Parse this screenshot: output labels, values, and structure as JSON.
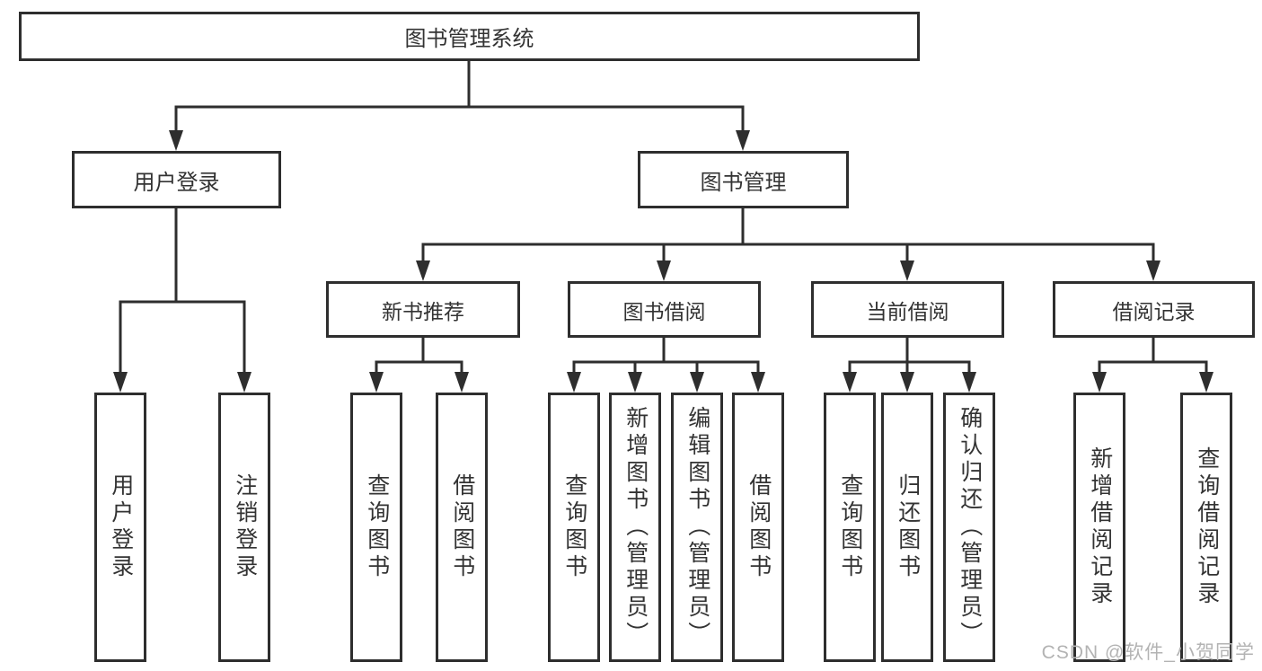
{
  "diagram_title": "图书管理系统",
  "watermark": "CSDN @软件_小贺同学",
  "colors": {
    "line": "#2e2e2e",
    "text": "#333333",
    "background": "#ffffff",
    "watermark": "#b3b3b3"
  },
  "nodes": {
    "root": {
      "label": "图书管理系统"
    },
    "level2": [
      {
        "label": "用户登录"
      },
      {
        "label": "图书管理"
      }
    ],
    "level3": [
      {
        "label": "新书推荐",
        "parent": "图书管理"
      },
      {
        "label": "图书借阅",
        "parent": "图书管理"
      },
      {
        "label": "当前借阅",
        "parent": "图书管理"
      },
      {
        "label": "借阅记录",
        "parent": "图书管理"
      }
    ],
    "leaves": [
      {
        "label": "用户登录",
        "parent": "用户登录"
      },
      {
        "label": "注销登录",
        "parent": "用户登录"
      },
      {
        "label": "查询图书",
        "parent": "新书推荐"
      },
      {
        "label": "借阅图书",
        "parent": "新书推荐"
      },
      {
        "label": "查询图书",
        "parent": "图书借阅"
      },
      {
        "label": "新增图书（管理员）",
        "parent": "图书借阅"
      },
      {
        "label": "编辑图书（管理员）",
        "parent": "图书借阅"
      },
      {
        "label": "借阅图书",
        "parent": "图书借阅"
      },
      {
        "label": "查询图书",
        "parent": "当前借阅"
      },
      {
        "label": "归还图书",
        "parent": "当前借阅"
      },
      {
        "label": "确认归还（管理员）",
        "parent": "当前借阅"
      },
      {
        "label": "新增借阅记录",
        "parent": "借阅记录"
      },
      {
        "label": "查询借阅记录",
        "parent": "借阅记录"
      }
    ]
  }
}
